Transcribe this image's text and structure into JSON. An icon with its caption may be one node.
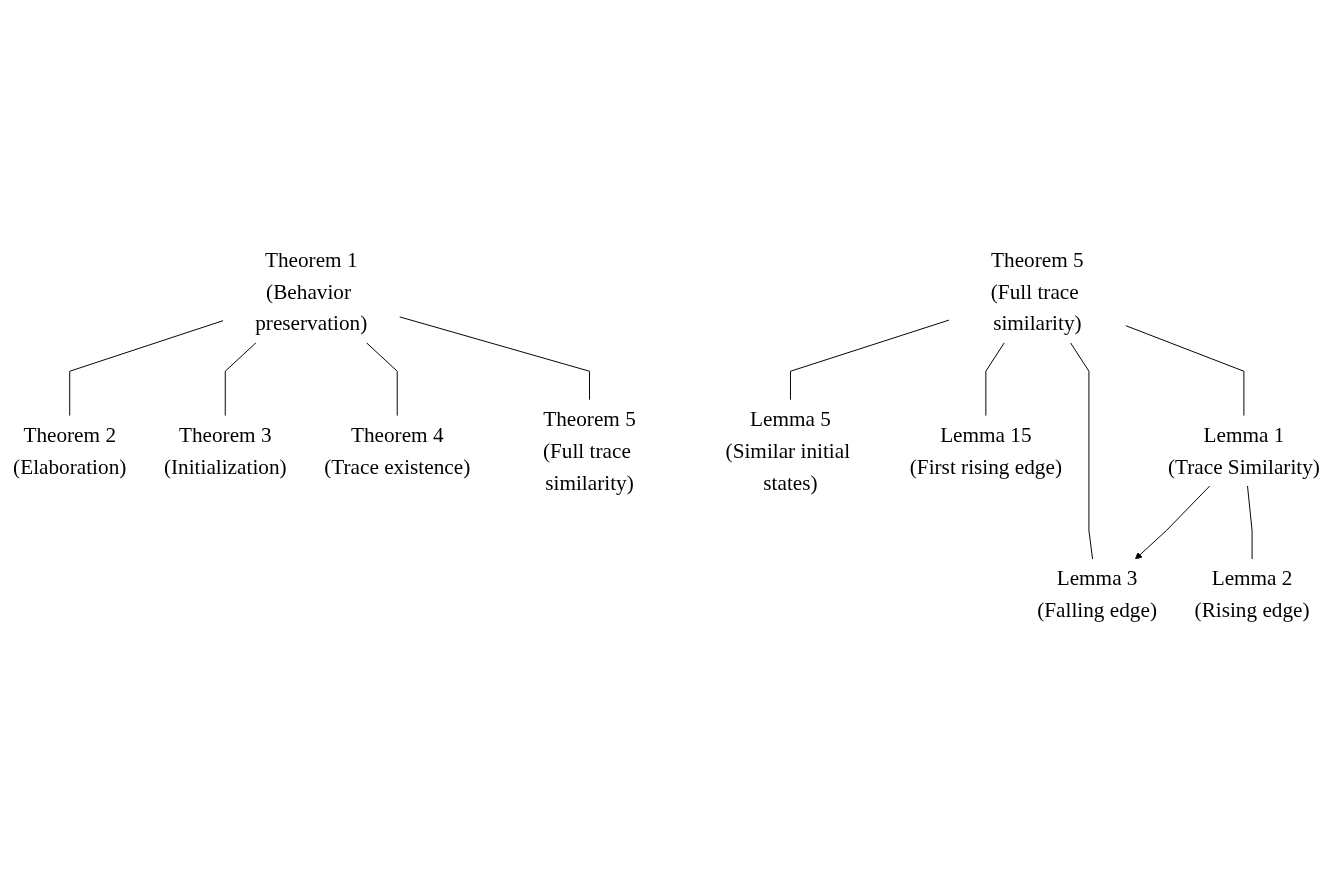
{
  "diagram": {
    "nodes": [
      {
        "text": [
          "Theorem 1",
          "(Behavior preservation)"
        ]
      },
      {
        "text": [
          "Theorem 2",
          "(Elaboration)"
        ]
      },
      {
        "text": [
          "Theorem 3",
          "(Initialization)"
        ]
      },
      {
        "text": [
          "Theorem 4",
          "(Trace existence)"
        ]
      },
      {
        "text": [
          "Theorem 5",
          "(Full trace similarity)"
        ]
      },
      {
        "text": [
          "Theorem 5",
          "(Full trace similarity)"
        ]
      },
      {
        "text": [
          "Lemma 5",
          "(Similar initial states)"
        ]
      },
      {
        "text": [
          "Lemma 15",
          "(First rising edge)"
        ]
      },
      {
        "text": [
          "Lemma 3",
          "(Falling edge)"
        ]
      },
      {
        "text": [
          "Lemma 1",
          "(Trace Similarity)"
        ]
      },
      {
        "text": [
          "Lemma 2",
          "(Rising edge)"
        ]
      }
    ],
    "edges": [
      {
        "from": 0,
        "to": 1,
        "arrow": "none"
      },
      {
        "from": 0,
        "to": 2,
        "arrow": "none"
      },
      {
        "from": 0,
        "to": 3,
        "arrow": "none"
      },
      {
        "from": 0,
        "to": 4,
        "arrow": "none"
      },
      {
        "from": 5,
        "to": 6,
        "arrow": "none"
      },
      {
        "from": 5,
        "to": 7,
        "arrow": "none"
      },
      {
        "from": 5,
        "to": 8,
        "arrow": "none"
      },
      {
        "from": 5,
        "to": 9,
        "arrow": "none"
      },
      {
        "from": 9,
        "to": 8,
        "arrow": "to"
      },
      {
        "from": 9,
        "to": 10,
        "arrow": "none"
      }
    ]
  }
}
